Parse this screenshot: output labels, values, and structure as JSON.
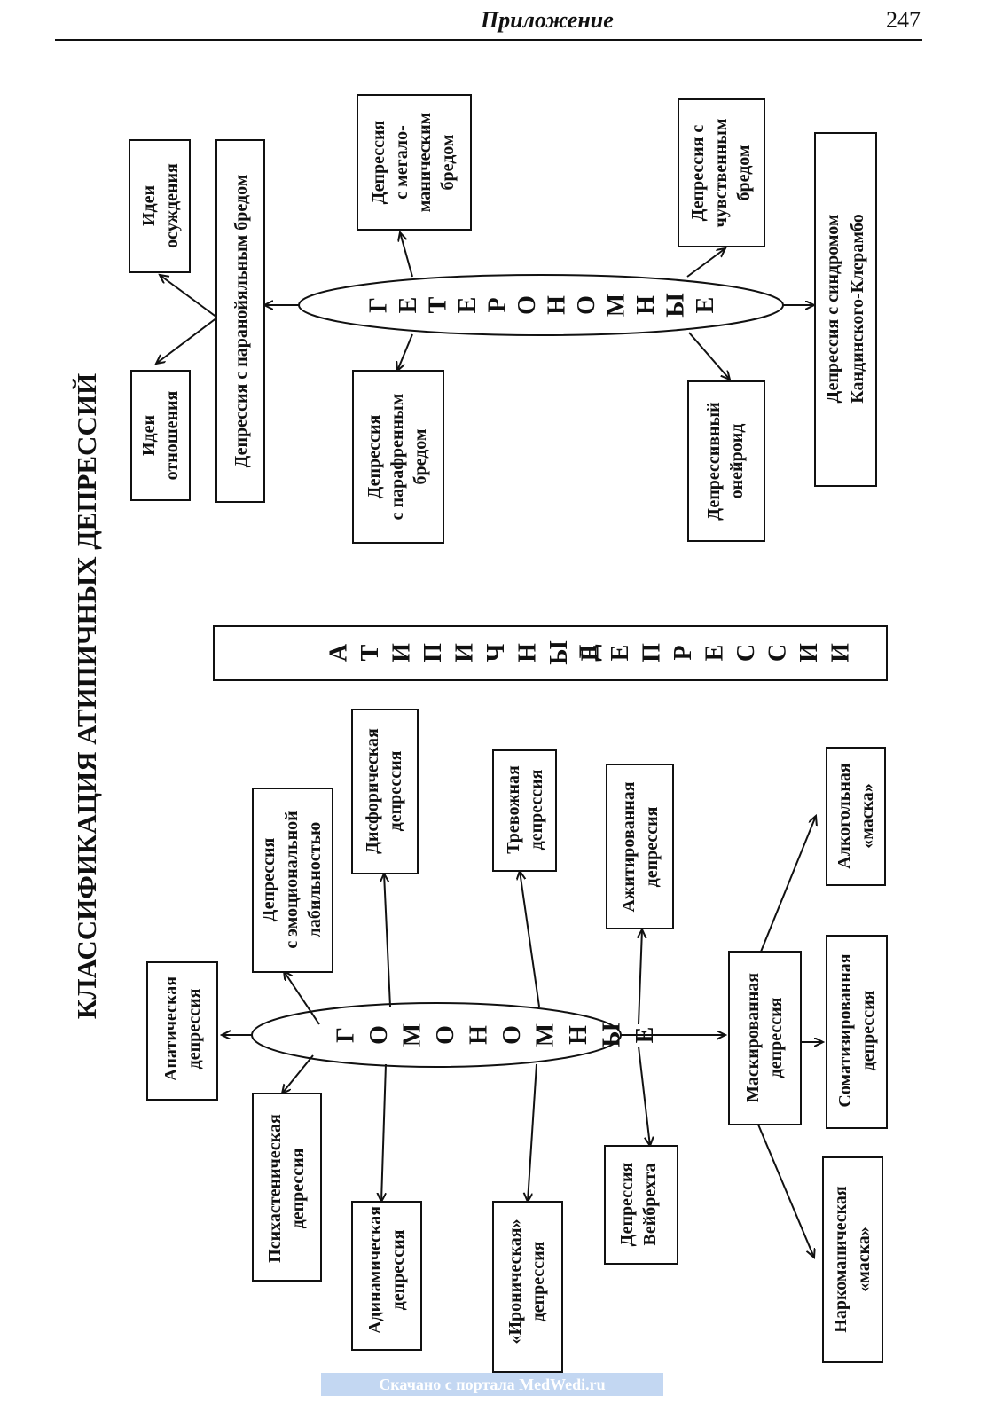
{
  "header": {
    "running_title": "Приложение",
    "page_number": "247"
  },
  "title": "КЛАССИФИКАЦИЯ АТИПИЧНЫХ ДЕПРЕССИЙ",
  "banner": {
    "letters_line1": "АТИПИЧНЫЕ",
    "letters_line2": "ДЕПРЕССИИ"
  },
  "homonomic": {
    "hub_letters": "ГОМОНОМНЫЕ",
    "apathetic": [
      "Апатическая",
      "депрессия"
    ],
    "psychasthenic": [
      "Психастеническая",
      "депрессия"
    ],
    "emotional_lability": [
      "Депрессия",
      "с эмоциональной",
      "лабильностью"
    ],
    "adynamic": [
      "Адинамическая",
      "депрессия"
    ],
    "dysphoric": [
      "Дисфорическая",
      "депрессия"
    ],
    "ironic": [
      "«Ироническая»",
      "депрессия"
    ],
    "anxious": [
      "Тревожная",
      "депрессия"
    ],
    "weinbrecht": [
      "Депрессия",
      "Вейбрехта"
    ],
    "agitated": [
      "Ажитированная",
      "депрессия"
    ],
    "masked": [
      "Маскированная",
      "депрессия"
    ],
    "somatized": [
      "Соматизированная",
      "депрессия"
    ],
    "alcoholic_mask": [
      "Алкогольная",
      "«маска»"
    ],
    "drug_mask": [
      "Наркоманическая",
      "«маска»"
    ]
  },
  "heteronomic": {
    "hub_letters": "ГЕТЕРОНОМНЫЕ",
    "paranoid": [
      "Депрессия с паранойяльным бредом"
    ],
    "ideas_relation": [
      "Идеи",
      "отношения"
    ],
    "ideas_condemnation": [
      "Идеи",
      "осуждения"
    ],
    "paraphrenic": [
      "Депрессия",
      "с парафренным",
      "бредом"
    ],
    "megalomanic": [
      "Депрессия",
      "с мегало-",
      "маническим",
      "бредом"
    ],
    "oneiroid": [
      "Депрессивный",
      "онейроид"
    ],
    "sensual": [
      "Депрессия с",
      "чувственным",
      "бредом"
    ],
    "kandinsky": [
      "Депрессия с синдромом",
      "Кандинского-Клерамбо"
    ]
  },
  "footer": {
    "watermark": "Скачано с портала MedWedi.ru"
  }
}
